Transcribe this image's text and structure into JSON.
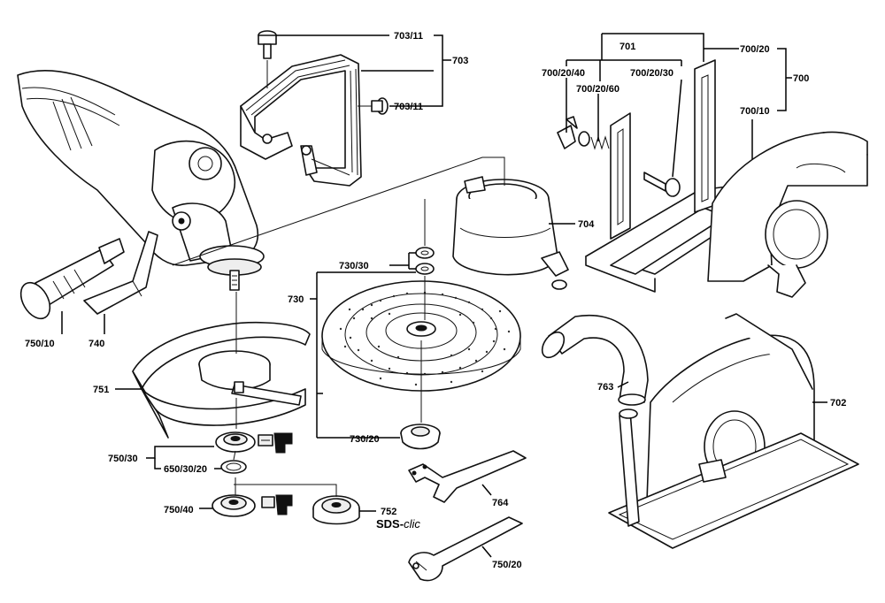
{
  "labels": {
    "p703_11_top": "703/11",
    "p703": "703",
    "p703_11_bottom": "703/11",
    "p701": "701",
    "p700_20": "700/20",
    "p700_20_40": "700/20/40",
    "p700_20_30": "700/20/30",
    "p700_20_60": "700/20/60",
    "p700": "700",
    "p700_10": "700/10",
    "p704": "704",
    "p730_30": "730/30",
    "p730": "730",
    "p730_20": "730/20",
    "p750_10": "750/10",
    "p740": "740",
    "p751": "751",
    "p763": "763",
    "p702": "702",
    "p750_30": "750/30",
    "p650_30_20": "650/30/20",
    "p764": "764",
    "p750_40": "750/40",
    "p752": "752",
    "p750_20": "750/20"
  },
  "brand": {
    "sds": "SDS-",
    "clic": "clic"
  }
}
